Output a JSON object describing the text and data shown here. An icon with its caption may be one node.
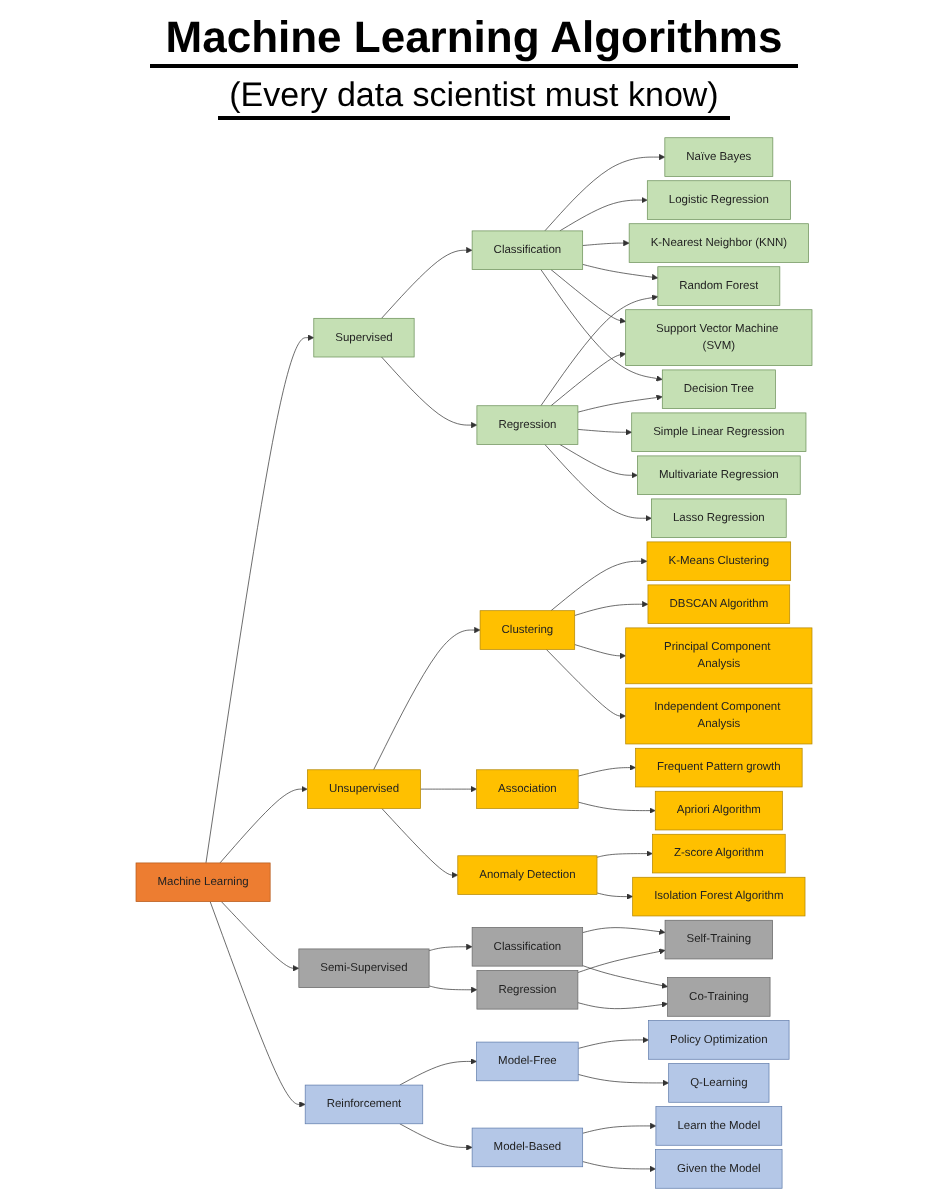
{
  "diagram": {
    "title": "Machine Learning Algorithms",
    "nodes": [
      {
        "text": [
          "Machine Learning"
        ]
      },
      {
        "text": [
          "Supervised"
        ]
      },
      {
        "text": [
          "Classification"
        ]
      },
      {
        "text": [
          "Regression"
        ]
      },
      {
        "text": [
          "Naïve Bayes"
        ]
      },
      {
        "text": [
          "Logistic Regression"
        ]
      },
      {
        "text": [
          "K-Nearest Neighbor (KNN)"
        ]
      },
      {
        "text": [
          "Random Forest"
        ]
      },
      {
        "text": [
          "Support Vector Machine (SVM)"
        ]
      },
      {
        "text": [
          "Decision Tree"
        ]
      },
      {
        "text": [
          "Simple Linear Regression"
        ]
      },
      {
        "text": [
          "Multivariate Regression"
        ]
      },
      {
        "text": [
          "Lasso Regression"
        ]
      },
      {
        "text": [
          "Unsupervised"
        ]
      },
      {
        "text": [
          "Clustering"
        ]
      },
      {
        "text": [
          "K-Means Clustering"
        ]
      },
      {
        "text": [
          "DBSCAN Algorithm"
        ]
      },
      {
        "text": [
          "Principal Component Analysis"
        ]
      },
      {
        "text": [
          "Independent Component Analysis"
        ]
      },
      {
        "text": [
          "Association"
        ]
      },
      {
        "text": [
          "Frequent Pattern growth"
        ]
      },
      {
        "text": [
          "Apriori Algorithm"
        ]
      },
      {
        "text": [
          "Anomaly Detection"
        ]
      },
      {
        "text": [
          "Z-score Algorithm"
        ]
      },
      {
        "text": [
          "Isolation Forest Algorithm"
        ]
      },
      {
        "text": [
          "Semi-Supervised"
        ]
      },
      {
        "text": [
          "Classification"
        ]
      },
      {
        "text": [
          "Regression"
        ]
      },
      {
        "text": [
          "Self-Training"
        ]
      },
      {
        "text": [
          "Co-Training"
        ]
      },
      {
        "text": [
          "Reinforcement"
        ]
      },
      {
        "text": [
          "Model-Free"
        ]
      },
      {
        "text": [
          "Policy Optimization"
        ]
      },
      {
        "text": [
          "Q-Learning"
        ]
      },
      {
        "text": [
          "Model-Based"
        ]
      },
      {
        "text": [
          "Learn the Model"
        ]
      },
      {
        "text": [
          "Given the Model"
        ]
      }
    ],
    "edges": [
      {
        "from": 0,
        "to": 1,
        "arrow": "to"
      },
      {
        "from": 1,
        "to": 2,
        "arrow": "to"
      },
      {
        "from": 1,
        "to": 3,
        "arrow": "to"
      },
      {
        "from": 2,
        "to": 4,
        "arrow": "to"
      },
      {
        "from": 2,
        "to": 5,
        "arrow": "to"
      },
      {
        "from": 2,
        "to": 6,
        "arrow": "to"
      },
      {
        "from": 2,
        "to": 7,
        "arrow": "to"
      },
      {
        "from": 2,
        "to": 8,
        "arrow": "to"
      },
      {
        "from": 2,
        "to": 9,
        "arrow": "to"
      },
      {
        "from": 3,
        "to": 7,
        "arrow": "to"
      },
      {
        "from": 3,
        "to": 8,
        "arrow": "to"
      },
      {
        "from": 3,
        "to": 9,
        "arrow": "to"
      },
      {
        "from": 3,
        "to": 10,
        "arrow": "to"
      },
      {
        "from": 3,
        "to": 11,
        "arrow": "to"
      },
      {
        "from": 3,
        "to": 12,
        "arrow": "to"
      },
      {
        "from": 0,
        "to": 13,
        "arrow": "to"
      },
      {
        "from": 13,
        "to": 14,
        "arrow": "to"
      },
      {
        "from": 14,
        "to": 15,
        "arrow": "to"
      },
      {
        "from": 14,
        "to": 16,
        "arrow": "to"
      },
      {
        "from": 14,
        "to": 17,
        "arrow": "to"
      },
      {
        "from": 14,
        "to": 18,
        "arrow": "to"
      },
      {
        "from": 13,
        "to": 19,
        "arrow": "to"
      },
      {
        "from": 19,
        "to": 20,
        "arrow": "to"
      },
      {
        "from": 19,
        "to": 21,
        "arrow": "to"
      },
      {
        "from": 13,
        "to": 22,
        "arrow": "to"
      },
      {
        "from": 22,
        "to": 23,
        "arrow": "to"
      },
      {
        "from": 22,
        "to": 24,
        "arrow": "to"
      },
      {
        "from": 0,
        "to": 25,
        "arrow": "to"
      },
      {
        "from": 25,
        "to": 26,
        "arrow": "to"
      },
      {
        "from": 25,
        "to": 27,
        "arrow": "to"
      },
      {
        "from": 26,
        "to": 28,
        "arrow": "to"
      },
      {
        "from": 26,
        "to": 29,
        "arrow": "to"
      },
      {
        "from": 27,
        "to": 28,
        "arrow": "to"
      },
      {
        "from": 27,
        "to": 29,
        "arrow": "to"
      },
      {
        "from": 0,
        "to": 30,
        "arrow": "to"
      },
      {
        "from": 30,
        "to": 31,
        "arrow": "to"
      },
      {
        "from": 30,
        "to": 34,
        "arrow": "to"
      },
      {
        "from": 31,
        "to": 32,
        "arrow": "to"
      },
      {
        "from": 31,
        "to": 33,
        "arrow": "to"
      },
      {
        "from": 34,
        "to": 35,
        "arrow": "to"
      },
      {
        "from": 34,
        "to": 36,
        "arrow": "to"
      }
    ],
    "labels": [
      "(Every data scientist must know)"
    ]
  }
}
